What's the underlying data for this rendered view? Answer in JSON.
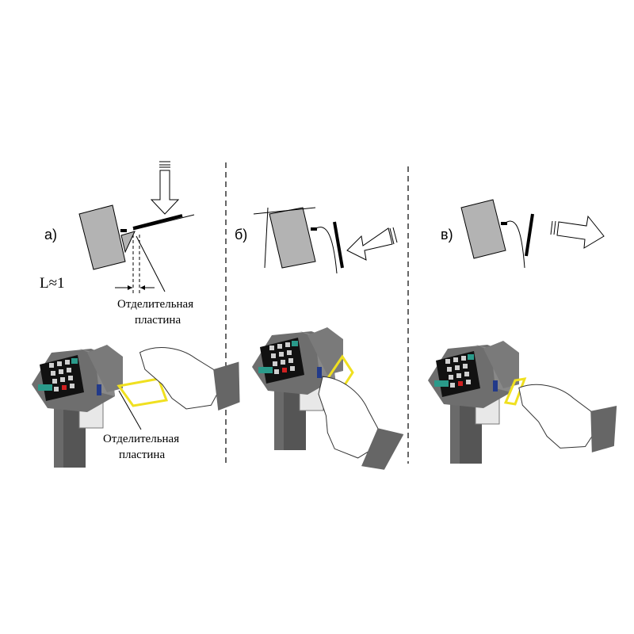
{
  "panels": [
    {
      "label": "а)",
      "length_label": "L≈1",
      "callout_line1": "Отделительная",
      "callout_line2": "пластина"
    },
    {
      "label": "б)"
    },
    {
      "label": "в)"
    }
  ],
  "photo_callout": {
    "line1": "Отделительная",
    "line2": "пластина"
  },
  "colors": {
    "printer_gray": "#b3b3b3",
    "label_yellow": "#f0e020",
    "scale_gray": "#5a5a5a",
    "key_teal": "#2a9a8a",
    "key_red": "#d02020"
  }
}
